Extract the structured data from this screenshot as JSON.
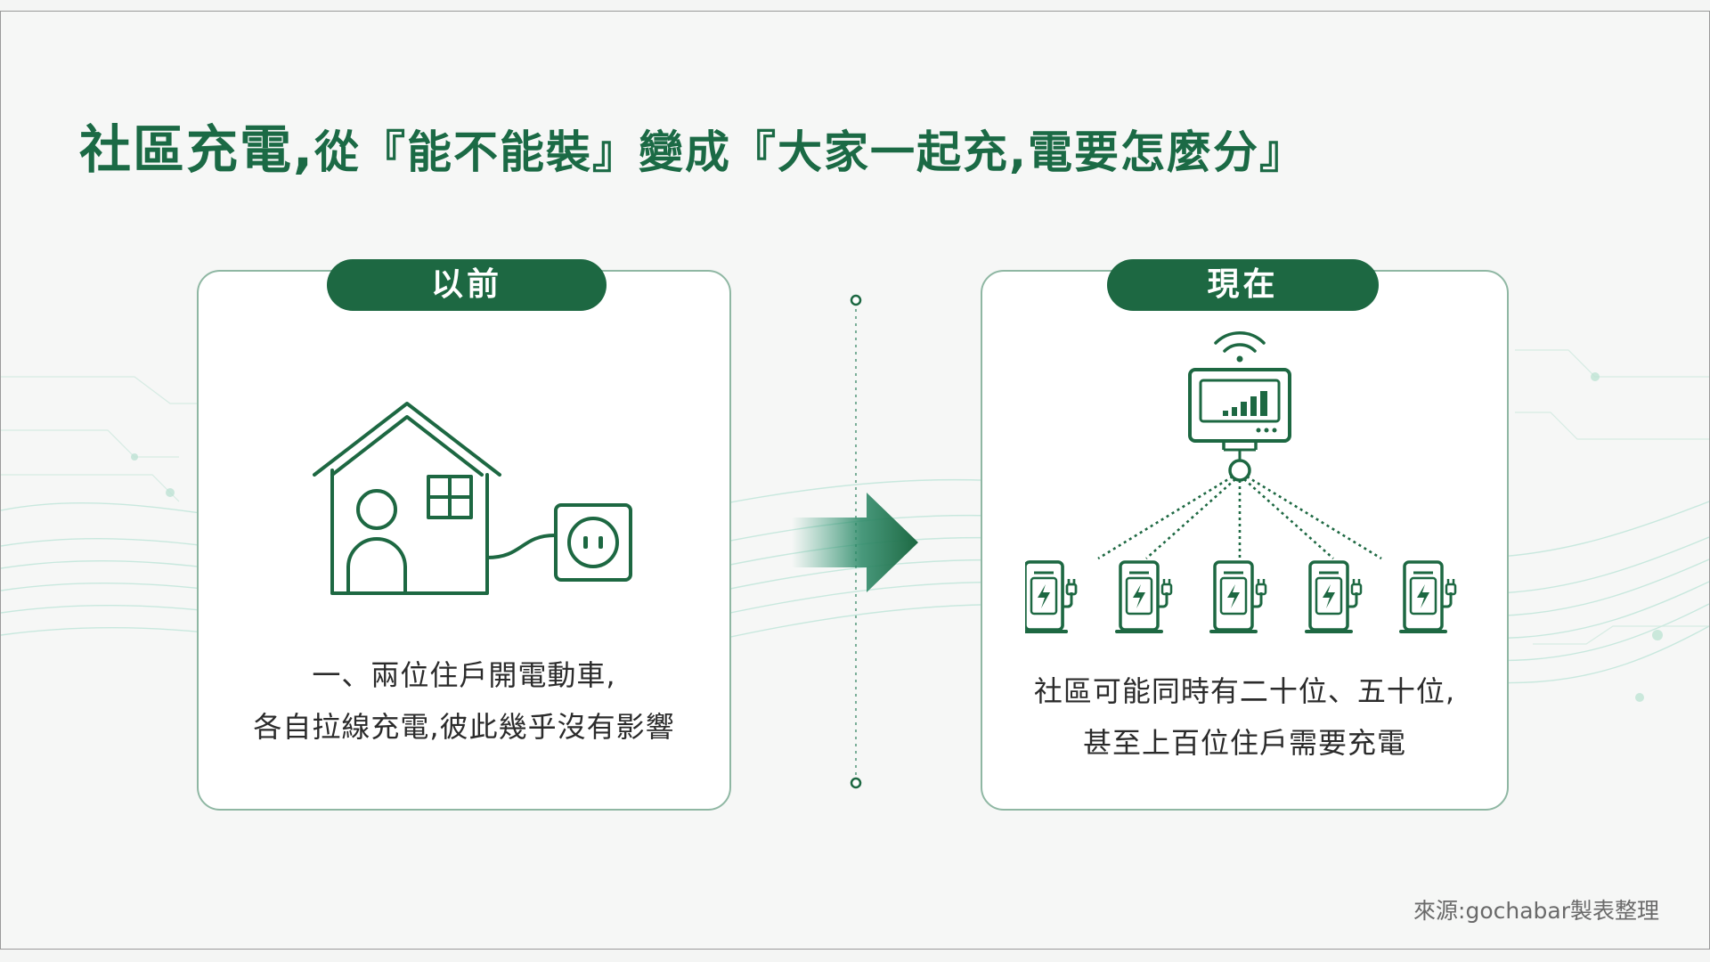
{
  "title": {
    "part1": "社區充電,",
    "part2": "從『能不能裝』變成『大家一起充,電要怎麼分』"
  },
  "before": {
    "label": "以前",
    "line1": "一、兩位住戶開電動車,",
    "line2": "各自拉線充電,彼此幾乎沒有影響"
  },
  "after": {
    "label": "現在",
    "line1": "社區可能同時有二十位、五十位,",
    "line2": "甚至上百位住戶需要充電"
  },
  "source": "來源:gochabar製表整理",
  "colors": {
    "brand_green": "#1d6842",
    "title_green": "#1b6a45",
    "card_border": "#8fb7a3",
    "background": "#f6f7f6"
  },
  "icons": [
    "house-icon",
    "power-outlet-icon",
    "arrow-right-icon",
    "energy-monitor-icon",
    "wifi-icon",
    "ev-charger-icon"
  ]
}
